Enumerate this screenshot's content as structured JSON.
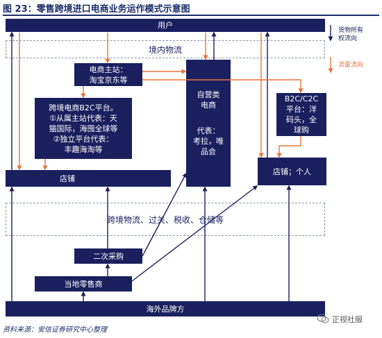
{
  "title": "图 23：零售跨境进口电商业务运作模式示意图",
  "nodes": {
    "user": "用户",
    "domestic_logistics": "境内物流",
    "ecommerce_main_line1": "电商主站：",
    "ecommerce_main_line2": "淘宝京东等",
    "cross_border_line1": "跨境电商B2C平台。",
    "cross_border_line2": "①从属主站代表：天",
    "cross_border_line3": "猫国际，海囤全球等",
    "cross_border_line4": "②独立平台代表：",
    "cross_border_line5": "丰趣海淘等",
    "self_run_line1": "自营类",
    "self_run_line2": "电商",
    "self_run_line3": "代表：",
    "self_run_line4": "考拉，唯",
    "self_run_line5": "品会",
    "b2c_c2c_line1": "B2C/C2C",
    "b2c_c2c_line2": "平台：洋",
    "b2c_c2c_line3": "码头，全",
    "b2c_c2c_line4": "球购",
    "store": "店铺",
    "store_personal": "店铺；个人",
    "cross_border_logistics": "跨境物流、过关、税收、仓储等",
    "secondary_purchase": "二次采购",
    "local_retailer": "当地零售商",
    "overseas_brand": "海外品牌方"
  },
  "legend": {
    "goods_line1": "货物所有",
    "goods_line2": "权流向",
    "traffic": "流量流向"
  },
  "colors": {
    "box": "#1a1f5e",
    "goods_arrow": "#1a1f5e",
    "traffic_arrow": "#e8743b"
  },
  "source": "资料来源：安信证券研究中心整理",
  "watermark": "正视社服"
}
